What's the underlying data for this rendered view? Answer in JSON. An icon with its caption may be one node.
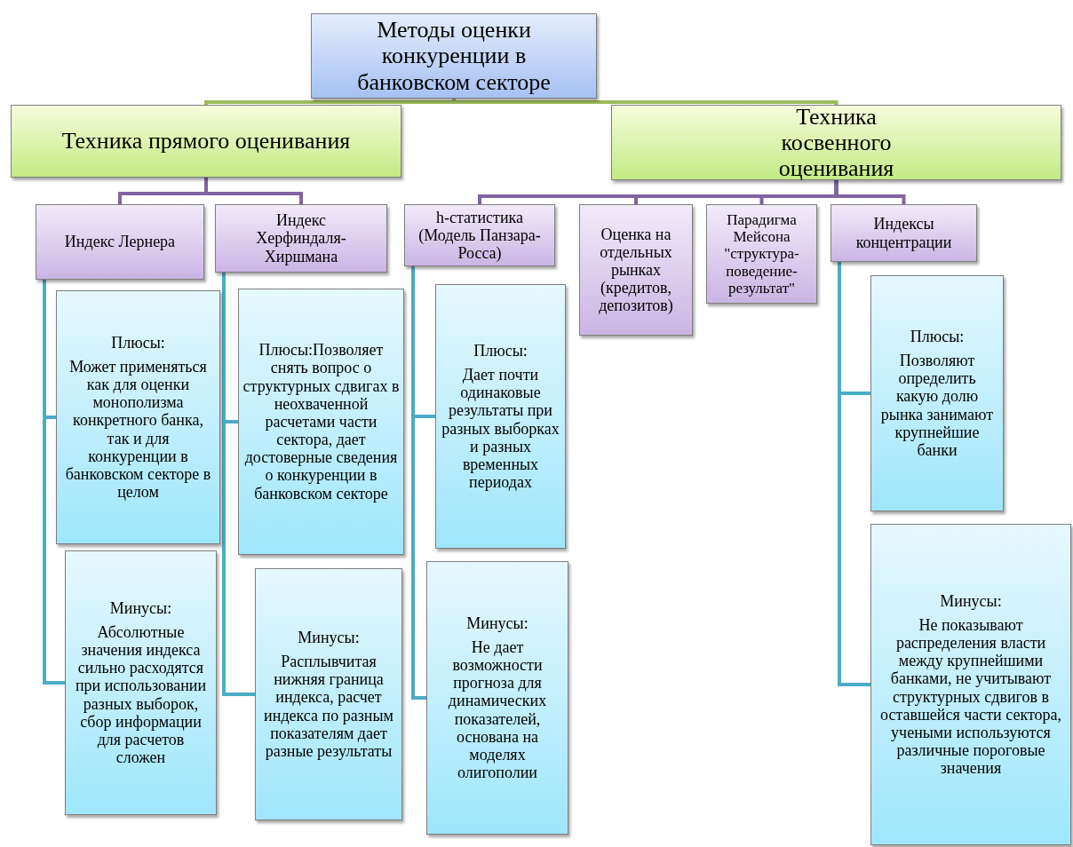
{
  "diagram": {
    "nodes": [
      {
        "text": [
          "Методы оценки конкуренции в банковском секторе"
        ]
      },
      {
        "text": [
          "Техника прямого оценивания"
        ]
      },
      {
        "text": [
          "Техника косвенного оценивания"
        ]
      },
      {
        "text": [
          "Индекс Лернера"
        ]
      },
      {
        "text": [
          "Индекс Херфиндаля-Хиршмана"
        ]
      },
      {
        "text": [
          "h-статистика (Модель Панзара-Росса)"
        ]
      },
      {
        "text": [
          "Оценка на отдельных рынках (кредитов, депозитов)"
        ]
      },
      {
        "text": [
          "Парадигма Мейсона \"структура-поведение-результат\""
        ]
      },
      {
        "text": [
          "Индексы концентрации"
        ]
      },
      {
        "text": [
          "Плюсы:",
          "Может применяться как для оценки монополизма конкретного банка, так и для конкуренции в банковском секторе в целом"
        ]
      },
      {
        "text": [
          "Минусы:",
          "Абсолютные значения индекса сильно расходятся при использовании разных выборок, сбор информации для расчетов сложен"
        ]
      },
      {
        "text": [
          "Плюсы:Позволяет снять вопрос о структурных сдвигах в неохваченной расчетами части сектора, дает достоверные сведения о конкуренции в банковском секторе"
        ]
      },
      {
        "text": [
          "Минусы:",
          "Расплывчитая нижняя граница индекса, расчет индекса по разным показателям дает разные результаты"
        ]
      },
      {
        "text": [
          "Плюсы:",
          "Дает почти одинаковые результаты при разных выборках и разных временных периодах"
        ]
      },
      {
        "text": [
          "Минусы:",
          "Не дает возможности прогноза для динамических показателей, основана на моделях олигополии"
        ]
      },
      {
        "text": [
          "Плюсы:",
          "Позволяют определить какую долю рынка занимают крупнейшие банки"
        ]
      },
      {
        "text": [
          "Минусы:",
          "Не показывают распределения власти между крупнейшими банками, не учитывают структурных сдвигов в оставшейся части сектора, учеными используются различные пороговые значения"
        ]
      }
    ],
    "edges": [
      {
        "from": 0,
        "to": 1,
        "arrow": "none",
        "color": "#9bbb59"
      },
      {
        "from": 0,
        "to": 2,
        "arrow": "none",
        "color": "#9bbb59"
      },
      {
        "from": 1,
        "to": 3,
        "arrow": "none",
        "color": "#8064a2"
      },
      {
        "from": 1,
        "to": 4,
        "arrow": "none",
        "color": "#8064a2"
      },
      {
        "from": 2,
        "to": 5,
        "arrow": "none",
        "color": "#8064a2"
      },
      {
        "from": 2,
        "to": 6,
        "arrow": "none",
        "color": "#8064a2"
      },
      {
        "from": 2,
        "to": 7,
        "arrow": "none",
        "color": "#8064a2"
      },
      {
        "from": 2,
        "to": 8,
        "arrow": "none",
        "color": "#8064a2"
      },
      {
        "from": 3,
        "to": 9,
        "arrow": "none"
      },
      {
        "from": 3,
        "to": 10,
        "arrow": "none"
      },
      {
        "from": 4,
        "to": 11,
        "arrow": "none"
      },
      {
        "from": 4,
        "to": 12,
        "arrow": "none"
      },
      {
        "from": 5,
        "to": 13,
        "arrow": "none"
      },
      {
        "from": 5,
        "to": 14,
        "arrow": "none"
      },
      {
        "from": 8,
        "to": 15,
        "arrow": "none"
      },
      {
        "from": 8,
        "to": 16,
        "arrow": "none"
      }
    ]
  }
}
